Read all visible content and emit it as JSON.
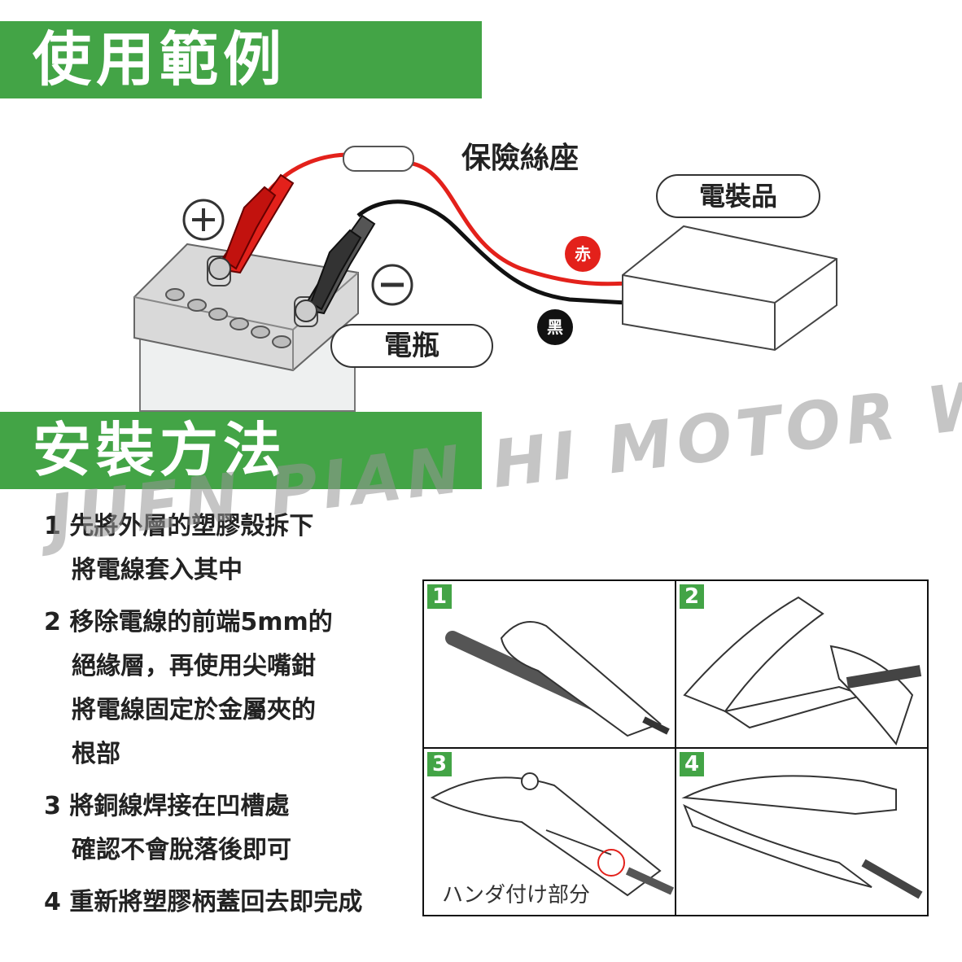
{
  "usage": {
    "title": "使用範例"
  },
  "install": {
    "title": "安裝方法"
  },
  "diagram": {
    "fuse_label": "保險絲座",
    "device_label": "電裝品",
    "battery_label": "電瓶",
    "red_badge": "赤",
    "black_badge": "黑",
    "plus": "+",
    "minus": "−",
    "colors": {
      "red_wire": "#e3211b",
      "black_wire": "#111111",
      "green": "#43a446"
    }
  },
  "steps": [
    {
      "num": "1",
      "lines": [
        "先將外層的塑膠殼拆下",
        "將電線套入其中"
      ]
    },
    {
      "num": "2",
      "lines": [
        "移除電線的前端5mm的",
        "絕緣層，再使用尖嘴鉗",
        "將電線固定於金屬夾的",
        "根部"
      ]
    },
    {
      "num": "3",
      "lines": [
        "將銅線焊接在凹槽處",
        "確認不會脫落後即可"
      ]
    },
    {
      "num": "4",
      "lines": [
        "重新將塑膠柄蓋回去即完成"
      ]
    }
  ],
  "watermark": "JUEN PIAN HI MOTOR WORLD",
  "panels": [
    {
      "num": "1"
    },
    {
      "num": "2"
    },
    {
      "num": "3",
      "caption": "ハンダ付け部分"
    },
    {
      "num": "4"
    }
  ]
}
